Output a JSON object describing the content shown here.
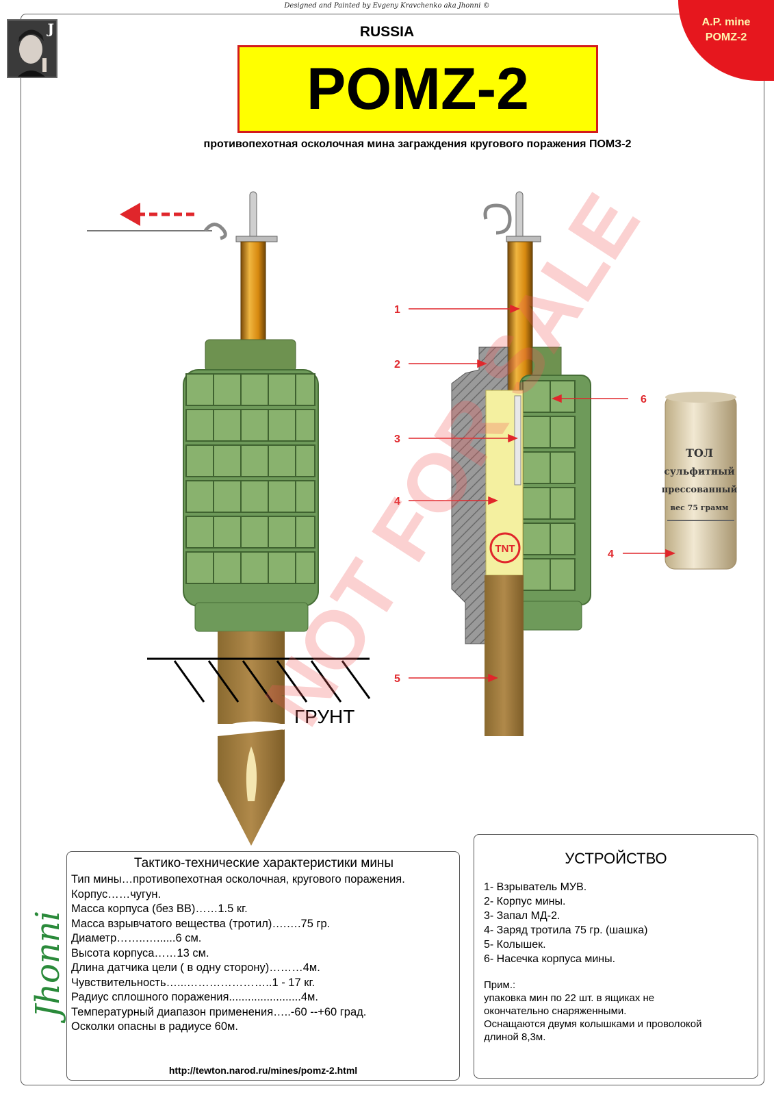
{
  "credit": "Designed and Painted by Evgeny Kravchenko aka Jhonni ©",
  "corner_badge": {
    "line1": "A.P. mine",
    "line2": "POMZ-2"
  },
  "country": "RUSSIA",
  "title": "POMZ-2",
  "subtitle": "противопехотная осколочная мина заграждения кругового поражения ПОМЗ-2",
  "ground_label": "ГРУНТ",
  "tnt_label": "TNT",
  "charge_labels": {
    "line1": "ТОЛ",
    "line2": "сульфитный",
    "line3": "прессованный",
    "line4": "вес 75 грамм"
  },
  "watermark": "NOT FOR SALE",
  "signature": "Jhonni",
  "callouts": [
    "1",
    "2",
    "3",
    "4",
    "5",
    "6",
    "4"
  ],
  "specs": {
    "heading": "Тактико-технические характеристики мины",
    "rows": [
      "Тип мины…противопехотная осколочная, кругового поражения.",
      "Корпус……чугун.",
      "Масса корпуса (без ВВ)……1.5 кг.",
      "Масса взрывчатого вещества (тротил)….….75 гр.",
      "Диаметр……..…......6 см.",
      "Высота корпуса……13 см.",
      "Длина датчика цели ( в одну сторону)………4м.",
      "Чувствительность…...…………………..1 - 17 кг.",
      "Радиус сплошного поражения.......................4м.",
      "Температурный диапазон применения…..-60 --+60 град.",
      "Осколки опасны в радиусе 60м."
    ],
    "url": "http://tewton.narod.ru/mines/pomz-2.html"
  },
  "device": {
    "heading": "УСТРОЙСТВО",
    "items": [
      "1- Взрыватель МУВ.",
      "2- Корпус мины.",
      "3- Запал МД-2.",
      "4- Заряд тротила 75 гр. (шашка)",
      "5- Колышек.",
      "6- Насечка корпуса мины."
    ],
    "note_label": "Прим.:",
    "note_lines": [
      "упаковка мин по 22 шт. в ящиках не",
      "окончательно снаряженными.",
      "Оснащаются двумя колышками и проволокой",
      "длиной 8,3м."
    ]
  },
  "colors": {
    "title_bg": "#ffff00",
    "title_border": "#d41b1b",
    "accent_red": "#e6171e",
    "body_green": "#6e9a5a",
    "fuse_orange": "#d68a10",
    "wood": "#a07a3c",
    "tnt_yellow": "#f4f0a0"
  }
}
